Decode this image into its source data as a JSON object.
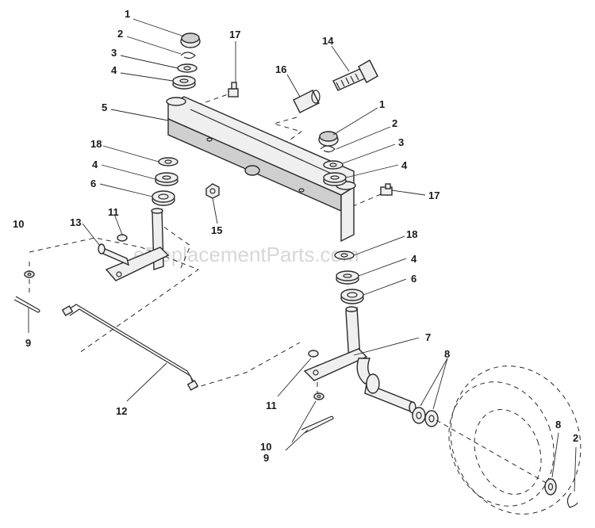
{
  "diagram": {
    "watermark": "eReplacementParts.com",
    "callouts": {
      "c1a": "1",
      "c2a": "2",
      "c3a": "3",
      "c4a": "4",
      "c5": "5",
      "c17a": "17",
      "c16": "16",
      "c14": "14",
      "c1b": "1",
      "c2b": "2",
      "c3b": "3",
      "c4b": "4",
      "c17b": "17",
      "c18a": "18",
      "c4c": "4",
      "c6a": "6",
      "c15": "15",
      "c10a": "10",
      "c13": "13",
      "c11a": "11",
      "c9a": "9",
      "c18b": "18",
      "c4d": "4",
      "c6b": "6",
      "c7": "7",
      "c8a": "8",
      "c12": "12",
      "c11b": "11",
      "c10b": "10",
      "c9b": "9",
      "c8b": "8",
      "c2c": "2"
    }
  }
}
